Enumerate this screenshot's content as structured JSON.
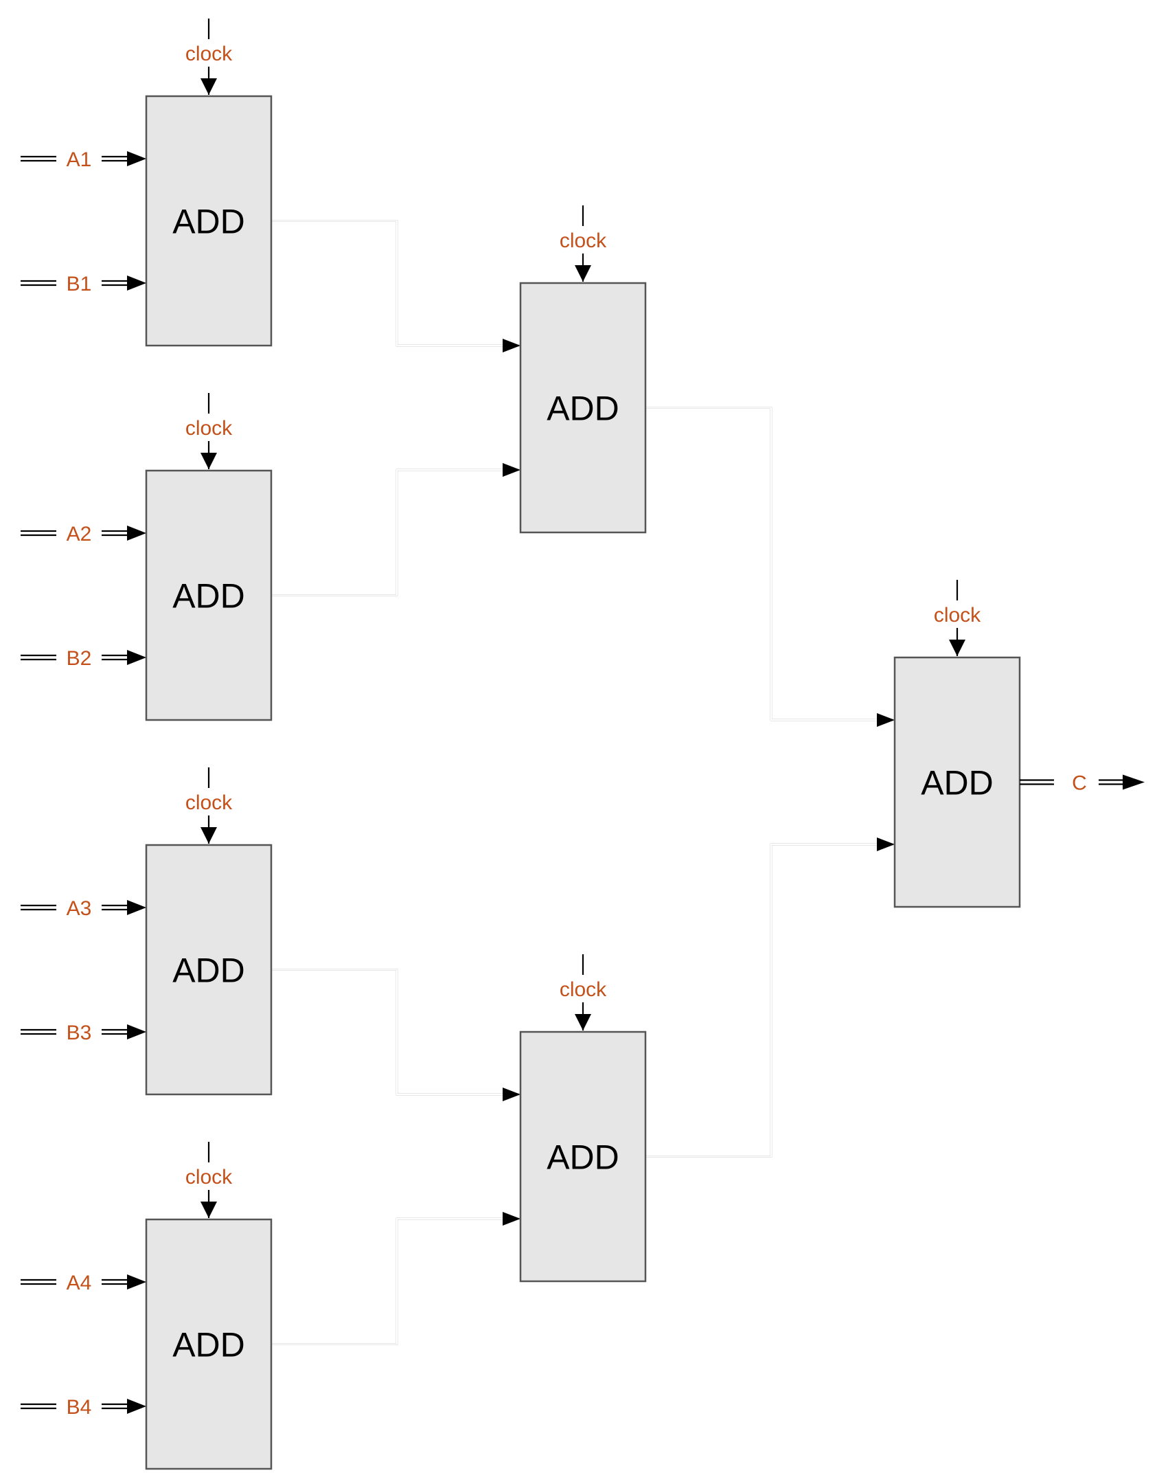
{
  "colors": {
    "signal_text": "#c4501a",
    "wire": "#000000",
    "box_fill": "#e6e6e6",
    "box_stroke": "#555555"
  },
  "diagram": {
    "adders": [
      {
        "id": "add-1-1",
        "label": "ADD",
        "clock_label": "clock",
        "input_a": "A1",
        "input_b": "B1"
      },
      {
        "id": "add-1-2",
        "label": "ADD",
        "clock_label": "clock",
        "input_a": "A2",
        "input_b": "B2"
      },
      {
        "id": "add-1-3",
        "label": "ADD",
        "clock_label": "clock",
        "input_a": "A3",
        "input_b": "B3"
      },
      {
        "id": "add-1-4",
        "label": "ADD",
        "clock_label": "clock",
        "input_a": "A4",
        "input_b": "B4"
      },
      {
        "id": "add-2-1",
        "label": "ADD",
        "clock_label": "clock"
      },
      {
        "id": "add-2-2",
        "label": "ADD",
        "clock_label": "clock"
      },
      {
        "id": "add-3-1",
        "label": "ADD",
        "clock_label": "clock",
        "output": "C"
      }
    ]
  }
}
